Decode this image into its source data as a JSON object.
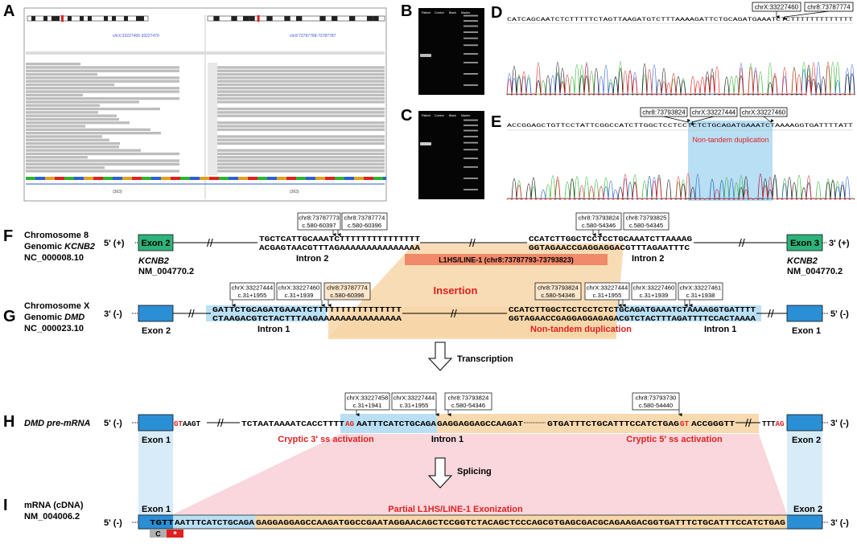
{
  "panels": {
    "A": {
      "letter": "A",
      "left_locus": "chrX:33227455-33227470",
      "right_locus": "chr8:73787768-73787787",
      "left_scale": "(363)",
      "right_scale": "(363)"
    },
    "B": {
      "letter": "B",
      "lanes": [
        "Patient",
        "Control",
        "Blank",
        "Marker"
      ]
    },
    "C": {
      "letter": "C",
      "lanes": [
        "Patient",
        "Control",
        "Blank",
        "Marker"
      ]
    },
    "D": {
      "letter": "D",
      "box1": "chrX:33227460",
      "box2": "chr8:73787774",
      "seq": "CATCAGCAATCTCTTTTTCTAGTTAAGATGTCTTTAAAAGATTCTGCAGATGAAATCTCTTTTTTTTTTTTT"
    },
    "E": {
      "letter": "E",
      "box1": "chr8:73793824",
      "box2": "chrX:33227444",
      "box3": "chrX:33227460",
      "seq": "ACCGGAGCTGTTCCTATTCGGCCATCTTGGCTCCTCCTCTCTGCAGATGAAATCTAAAAGGTGATTTTATT",
      "label": "Non-tandem duplication"
    },
    "F": {
      "letter": "F",
      "chrom": "Chromosome 8",
      "genomic": "Genomic",
      "gene": "KCNB2",
      "accession": "NC_000008.10",
      "left_strand": "5' (+)",
      "right_strand": "3' (+)",
      "exon_left": "Exon 2",
      "exon_right": "Exon 3",
      "gene_left": "KCNB2",
      "nm_left": "NM_004770.2",
      "gene_right": "KCNB2",
      "nm_right": "NM_004770.2",
      "seq_top_left": "TGCTCATTGCAAATCTTTTTTTTTTTTTTT",
      "seq_bot_left": "ACGAGTAACGTTTAGAAAAAAAAAAAAAAA",
      "seq_top_right": "CCATCTTGGCTCCTCCTGCAAATCTTAAAAG",
      "seq_bot_right": "GGTAGAACCGAGGAGGACGTTTAGAATTTC",
      "intron_left": "Intron 2",
      "intron_right": "Intron 2",
      "line1": "L1HS/LINE-1 (chr8:73787793-73793823)",
      "boxes": [
        {
          "l1": "chr8:73787773",
          "l2": "c.580-60397"
        },
        {
          "l1": "chr8:73787774",
          "l2": "c.580-60396"
        },
        {
          "l1": "chr8:73793824",
          "l2": "c.580-54346"
        },
        {
          "l1": "chr8:73793825",
          "l2": "c.580-54345"
        }
      ]
    },
    "G": {
      "letter": "G",
      "chrom": "Chromosome X",
      "genomic": "Genomic",
      "gene": "DMD",
      "accession": "NC_000023.10",
      "left_strand": "3' (-)",
      "right_strand": "5' (-)",
      "exon_left": "Exon 2",
      "exon_right": "Exon 1",
      "seq_top_left": "GATTCTGCAGATGAAATCTTTTTTTTTTTTTTTT",
      "seq_bot_left": "CTAAGACGTCTACTTTAAGAAAAAAAAAAAAAAA",
      "seq_top_right": "CCATCTTGGCTCCTCCTCTCTGCAGATGAAATCTAAAAGGTGATTTT",
      "seq_bot_right": "GGTAGAACCGAGGAGGAGAGACGTCTACTTTAGATTTTCCACTAAAA",
      "intron_left": "Intron 1",
      "intron_right": "Intron 1",
      "insertion": "Insertion",
      "dup": "Non-tandem duplication",
      "boxes": [
        {
          "l1": "chrX:33227444",
          "l2": "c.31+1955"
        },
        {
          "l1": "chrX:33227460",
          "l2": "c.31+1939"
        },
        {
          "l1": "chr8:73787774",
          "l2": "c.580-60396"
        },
        {
          "l1": "chr8:73793824",
          "l2": "c.580-54346"
        },
        {
          "l1": "chrX:33227444",
          "l2": "c.31+1955"
        },
        {
          "l1": "chrX:33227460",
          "l2": "c.31+1939"
        },
        {
          "l1": "chrX:33227461",
          "l2": "c.31+1938"
        }
      ]
    },
    "transcription": "Transcription",
    "H": {
      "letter": "H",
      "title": "DMD pre-mRNA",
      "left_strand": "5' (-)",
      "right_strand": "3' (-)",
      "exon_left": "Exon 1",
      "exon_right": "Exon 2",
      "intron": "Intron 1",
      "gt1": "GT",
      "seq1": "AAGT",
      "seq2": "TCTAATAAAATCACCTTTT",
      "ag1": "AG",
      "seq3": "AATTTCATCTGCAGA",
      "seq4": "GAGGAGGAGCCAAGAT",
      "seq5": "GTGATTTCTGCATTTCCATCTGAG",
      "gt2": "GT",
      "seq6": "ACCGGGTT",
      "seq7": "TTT",
      "ag2": "AG",
      "cryptic3": "Cryptic 3′ ss activation",
      "cryptic5": "Cryptic 5′ ss activation",
      "boxes": [
        {
          "l1": "chrX:33227458",
          "l2": "c.31+1941"
        },
        {
          "l1": "chrX:33227444",
          "l2": "c.31+1955"
        },
        {
          "l1": "chr8:73793824",
          "l2": "c.580-54346"
        },
        {
          "l1": "chr8:73793730",
          "l2": "c.580-54440"
        }
      ]
    },
    "splicing": "Splicing",
    "I": {
      "letter": "I",
      "title": "mRNA (cDNA)",
      "accession": "NM_004006.2",
      "left_strand": "5' (-)",
      "right_strand": "3' (-)",
      "exon_left": "Exon 1",
      "exon_right": "Exon 2",
      "banner": "Partial L1HS/LINE-1 Exonization",
      "seq_a": "TGTT",
      "seq_b": "AATTTCATCTGCAGA",
      "seq_c": "GAGGAGGAGCCAAGATGGCCGAATAGGAACAGCTCCGGTCTACAGCTCCCAGCGTGAGCGACGCAGAAGACGGTGATTTCTGCATTTCCATCTGAG",
      "codon": "C",
      "stop": "*"
    }
  },
  "colors": {
    "exon_green": "#2db37a",
    "exon_blue": "#2b8fd6",
    "orange": "#f7d6a8",
    "salmon": "#f08a6a",
    "blue_hl": "#b9dff5",
    "pink": "#f8d3d8",
    "red": "#e02020"
  }
}
